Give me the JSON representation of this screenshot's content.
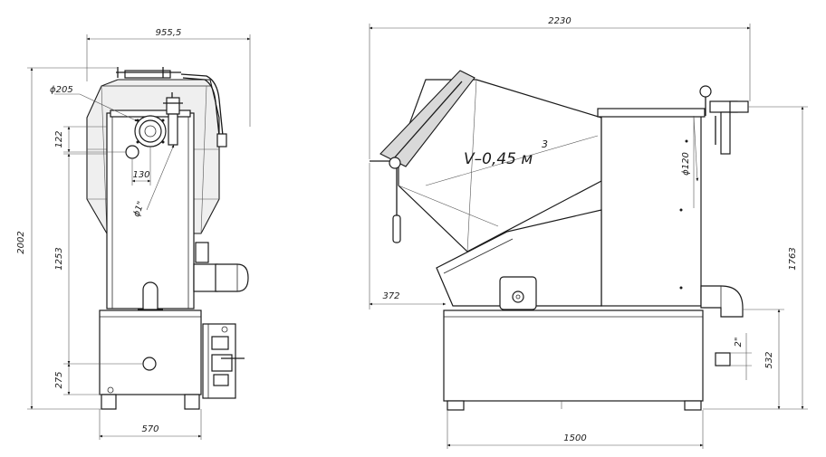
{
  "front_view": {
    "dim_width_top": "955,5",
    "dim_height_total": "2002",
    "dim_flange_dia": "ϕ205",
    "dim_offset_122": "122",
    "dim_offset_130": "130",
    "dim_thread_1in": "ϕ1\"",
    "dim_height_1253": "1253",
    "dim_height_275": "275",
    "dim_width_base": "570"
  },
  "side_view": {
    "dim_length_total": "2230",
    "volume_label": "V–0,45 м",
    "volume_superscript": "3",
    "dim_pipe_dia": "ϕ120",
    "dim_height_1763": "1763",
    "dim_offset_372": "372",
    "dim_thread_2in": "2\"",
    "dim_height_532": "532",
    "dim_length_base": "1500"
  }
}
